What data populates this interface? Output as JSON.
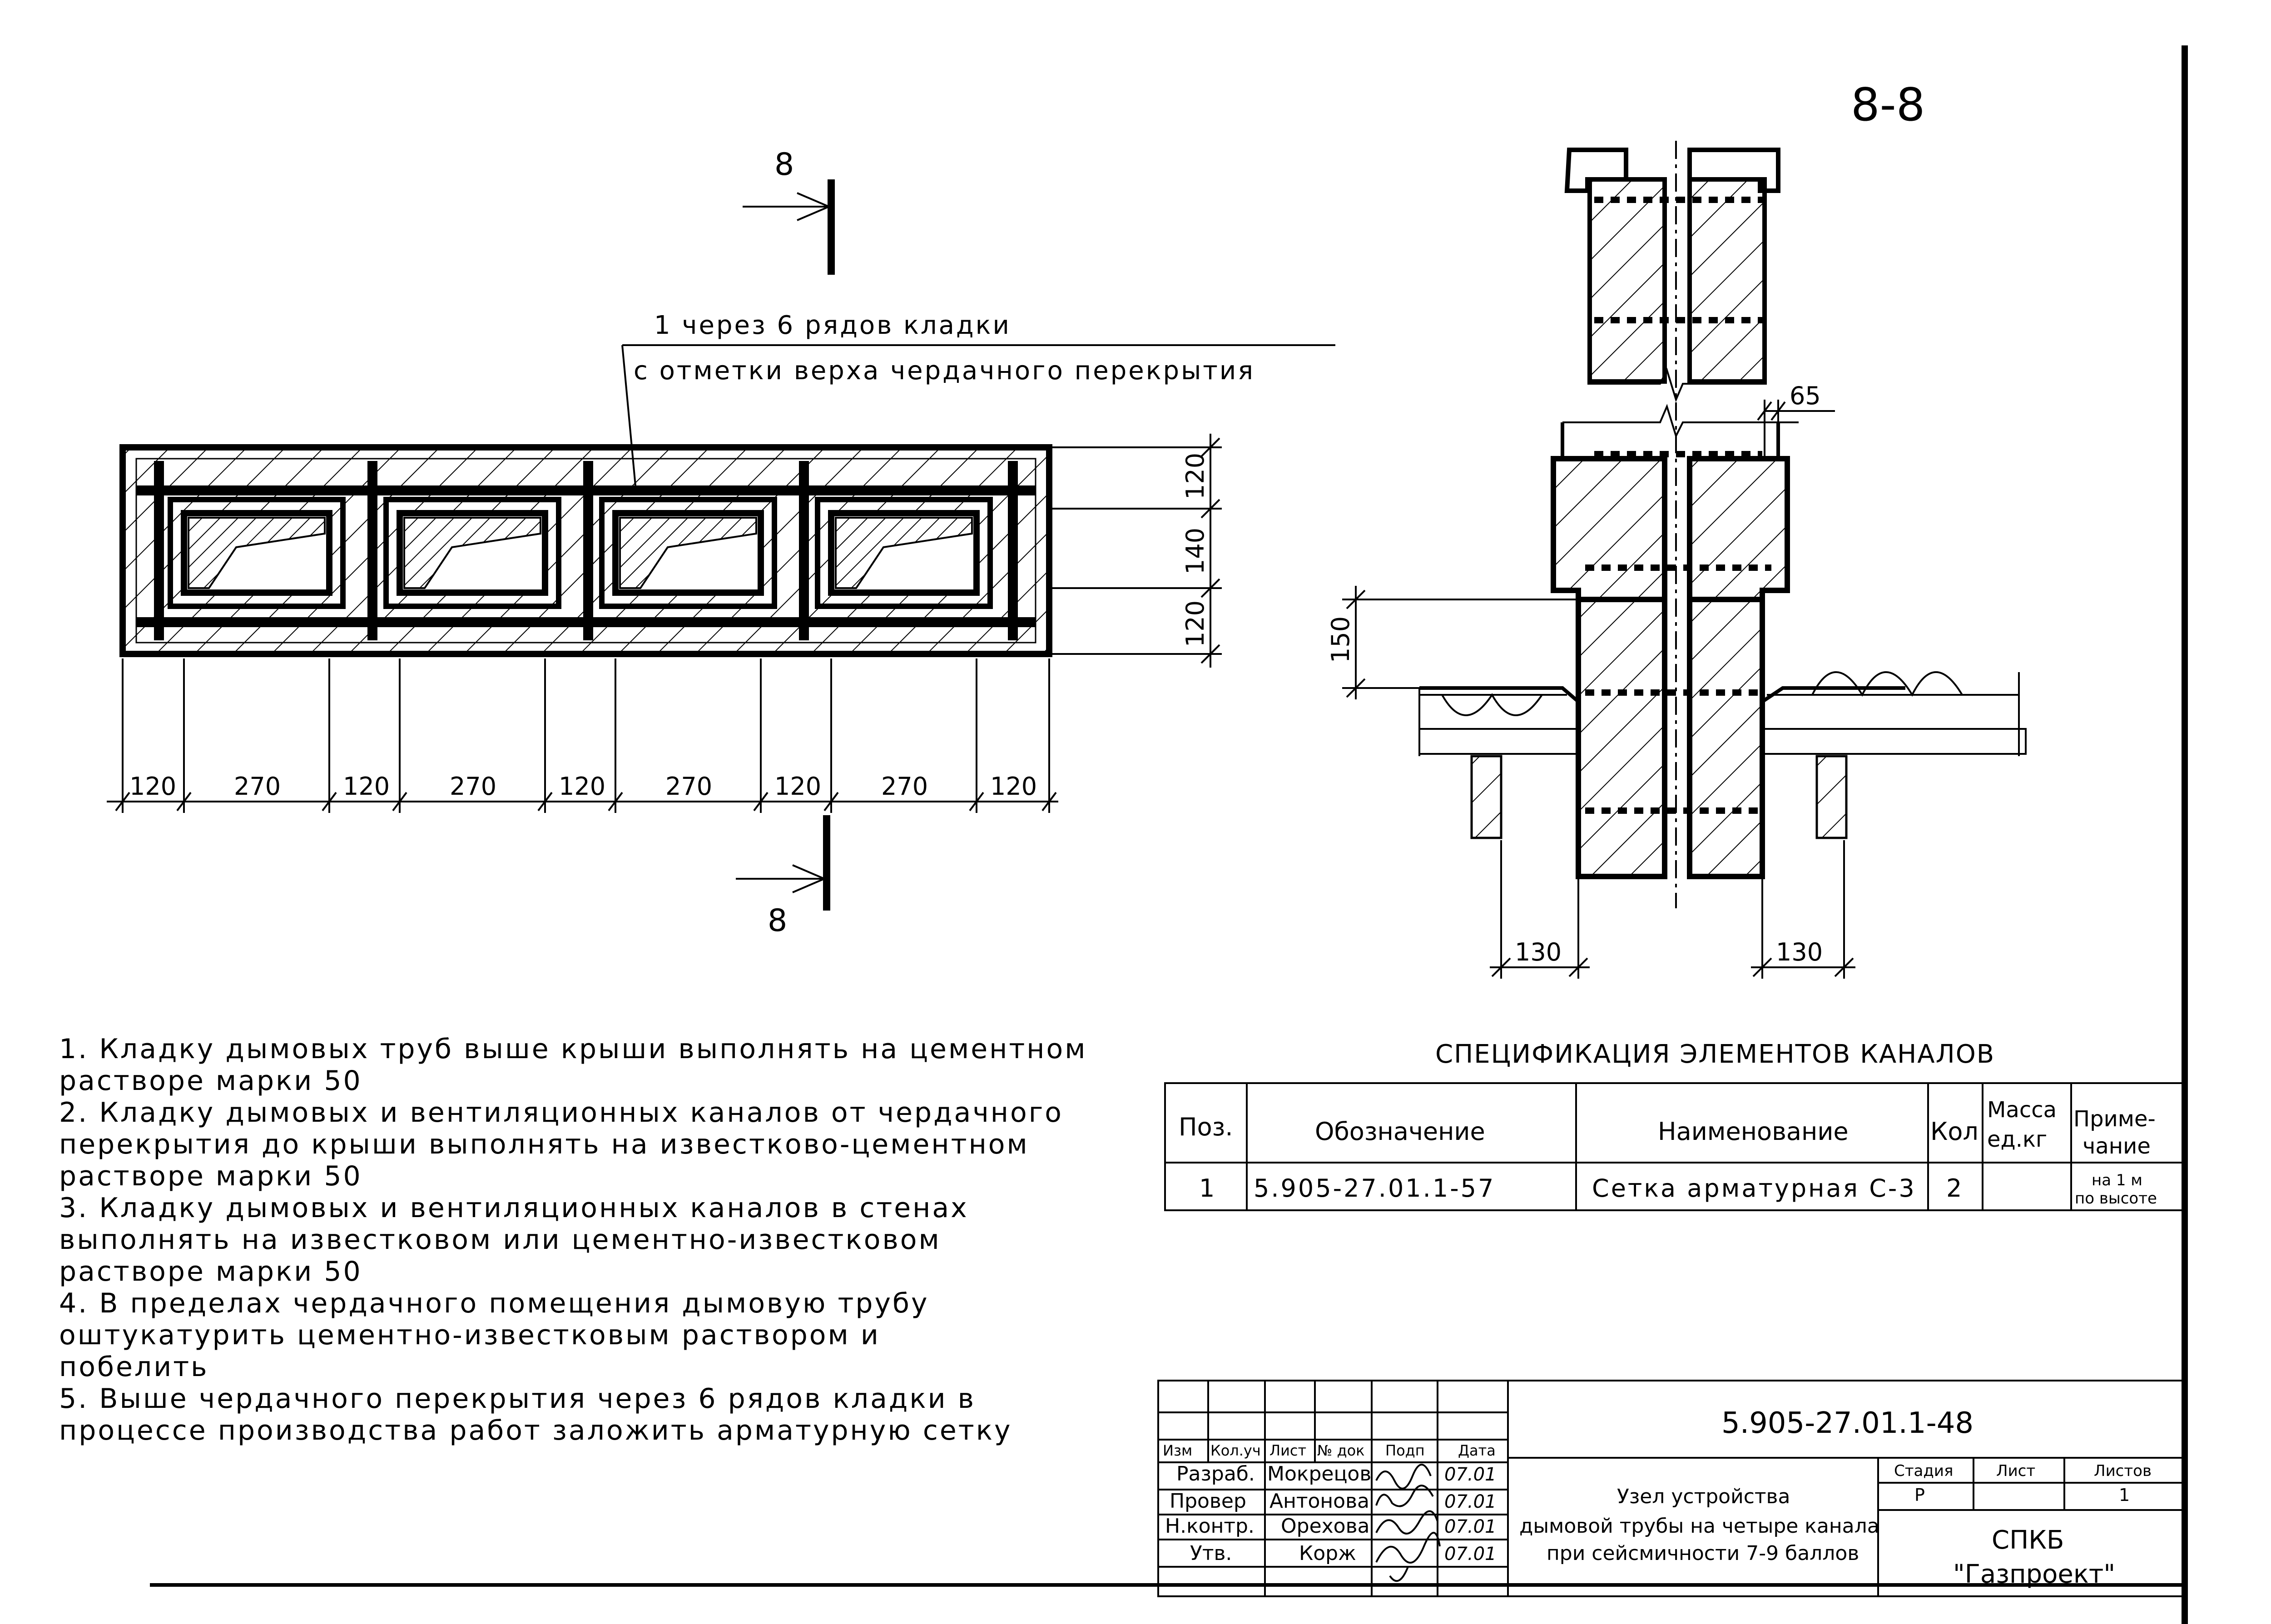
{
  "section_label": "8-8",
  "plan": {
    "cut_mark_top": "8",
    "cut_mark_bottom": "8",
    "leader_line1": "1 через 6 рядов кладки",
    "leader_line2": "с отметки верха чердачного перекрытия",
    "dims_horizontal": [
      "120",
      "270",
      "120",
      "270",
      "120",
      "270",
      "120",
      "270",
      "120"
    ],
    "dims_vertical": [
      "120",
      "140",
      "120"
    ]
  },
  "section": {
    "dim_65": "65",
    "dim_150": "150",
    "dim_130_left": "130",
    "dim_130_right": "130"
  },
  "notes": [
    "1. Кладку дымовых труб выше крыши выполнять на цементном",
    "растворе марки 50",
    "2. Кладку дымовых и вентиляционных каналов от чердачного",
    "перекрытия до крыши выполнять на известково-цементном",
    "растворе марки 50",
    "3. Кладку дымовых и вентиляционных каналов в стенах",
    "выполнять на известковом или цементно-известковом",
    "растворе марки 50",
    "4. В пределах чердачного помещения дымовую трубу",
    "оштукатурить цементно-известковым раствором и",
    "побелить",
    "5. Выше чердачного перекрытия через 6 рядов кладки в",
    "процессе производства работ заложить арматурную сетку"
  ],
  "spec": {
    "title": "СПЕЦИФИКАЦИЯ ЭЛЕМЕНТОВ КАНАЛОВ",
    "headers": {
      "pos": "Поз.",
      "designation": "Обозначение",
      "name": "Наименование",
      "qty": "Кол",
      "mass1": "Масса",
      "mass2": "ед.кг",
      "note1": "Приме-",
      "note2": "чание"
    },
    "row": {
      "pos": "1",
      "designation": "5.905-27.01.1-57",
      "name": "Сетка арматурная С-3",
      "qty": "2",
      "mass": "",
      "note1": "на 1 м",
      "note2": "по высоте"
    }
  },
  "stamp": {
    "doc_code": "5.905-27.01.1-48",
    "col_headers": [
      "Изм",
      "Кол.уч",
      "Лист",
      "№ док",
      "Подп",
      "Дата"
    ],
    "roles": [
      "Разраб.",
      "Провер",
      "Н.контр.",
      "Утв."
    ],
    "names": [
      "Мокрецов",
      "Антонова",
      "Орехова",
      "Корж"
    ],
    "dates": [
      "07.01",
      "07.01",
      "07.01",
      "07.01"
    ],
    "title_lines": [
      "Узел устройства",
      "дымовой трубы на четыре канала",
      "при сейсмичности 7-9 баллов"
    ],
    "stage_label": "Стадия",
    "sheet_label": "Лист",
    "sheets_label": "Листов",
    "stage_value": "Р",
    "sheet_value": "",
    "sheets_value": "1",
    "org_line1": "СПКБ",
    "org_line2": "\"Газпроект\""
  }
}
